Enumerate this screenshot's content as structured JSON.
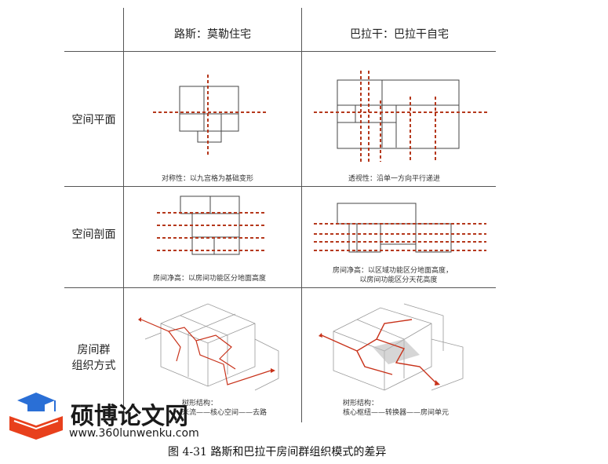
{
  "table": {
    "headers": [
      "路斯：莫勒住宅",
      "巴拉干：巴拉干自宅"
    ],
    "rows": [
      {
        "label": "空间平面",
        "captions": [
          "对称性：以九宫格为基础变形",
          "透视性：沿单一方向平行递进"
        ]
      },
      {
        "label": "空间剖面",
        "captions": [
          "房间净高：以房间功能区分地面高度",
          "房间净高：以区域功能区分地面高度，\n            以房间功能区分天花高度"
        ]
      },
      {
        "label": "房间群\n组织方式",
        "captions": [
          "树形结构：\n米流——核心空间——去路",
          "树形结构：\n核心枢纽——转换器——房间单元"
        ]
      }
    ]
  },
  "figure_caption": "图 4-31  路斯和巴拉干房间群组织模式的差异",
  "watermark": {
    "brand": "硕博论文网",
    "url": "www.360lunwenku.com",
    "colors": {
      "cap": "#2a6fd6",
      "book": "#e8401c",
      "text": "#1a1a1a"
    }
  },
  "colors": {
    "axis": "#b5381c",
    "line": "#444444"
  }
}
